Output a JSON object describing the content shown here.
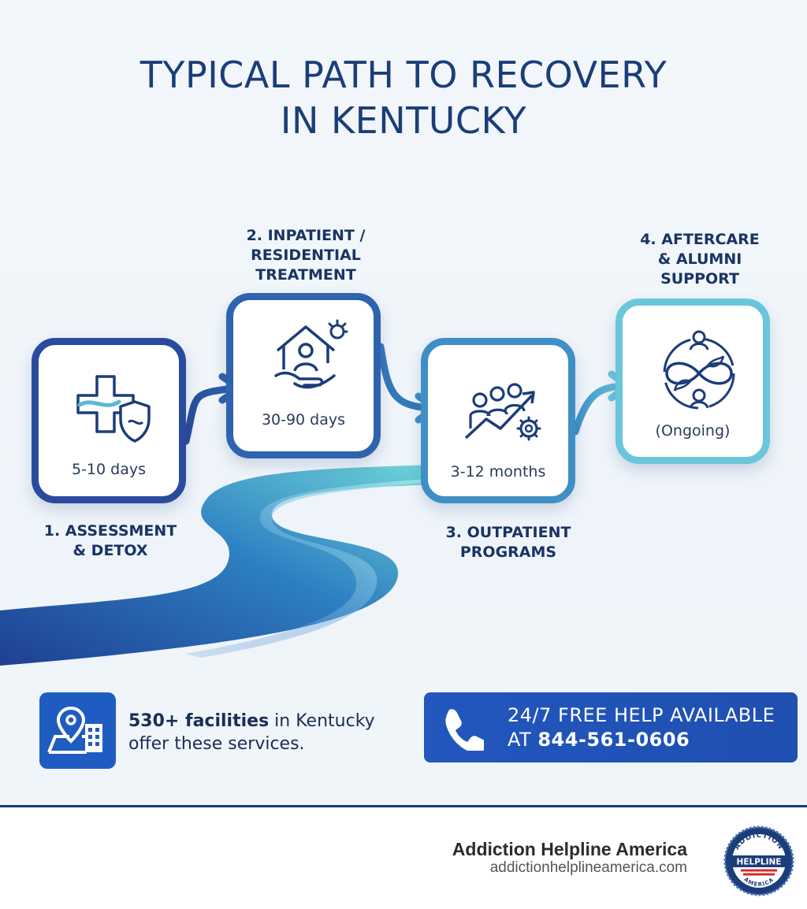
{
  "title": {
    "line1": "TYPICAL PATH TO RECOVERY",
    "line2": "IN KENTUCKY"
  },
  "steps": [
    {
      "label_lines": [
        "1. ASSESSMENT",
        "& DETOX"
      ],
      "duration": "5-10 days",
      "icon": "medical-cross-shield-icon",
      "color": "#2a4b9d"
    },
    {
      "label_lines": [
        "2. INPATIENT /",
        "RESIDENTIAL",
        "TREATMENT"
      ],
      "duration": "30-90 days",
      "icon": "house-hand-person-icon",
      "color": "#2f63ad"
    },
    {
      "label_lines": [
        "3. OUTPATIENT",
        "PROGRAMS"
      ],
      "duration": "3-12 months",
      "icon": "group-growth-gear-icon",
      "color": "#3f8fc6"
    },
    {
      "label_lines": [
        "4. AFTERCARE",
        "& ALUMNI",
        "SUPPORT"
      ],
      "duration": "(Ongoing)",
      "icon": "infinity-people-leaf-icon",
      "color": "#6ac6da"
    }
  ],
  "facilities": {
    "count": "530+ facilities",
    "rest": " in Kentucky offer these services.",
    "icon": "map-pin-building-icon"
  },
  "helpline": {
    "line1": "24/7 FREE HELP AVAILABLE",
    "line2_prefix": "AT ",
    "phone": "844-561-0606",
    "icon": "phone-icon"
  },
  "footer": {
    "brand": "Addiction Helpline America",
    "url": "addictionhelplineamerica.com",
    "seal_text": {
      "top": "ADDICTION",
      "middle": "HELPLINE",
      "bottom": "AMERICA"
    }
  },
  "colors": {
    "primary": "#1b3d79",
    "banner": "#2257be",
    "teal": "#6ac6da"
  }
}
